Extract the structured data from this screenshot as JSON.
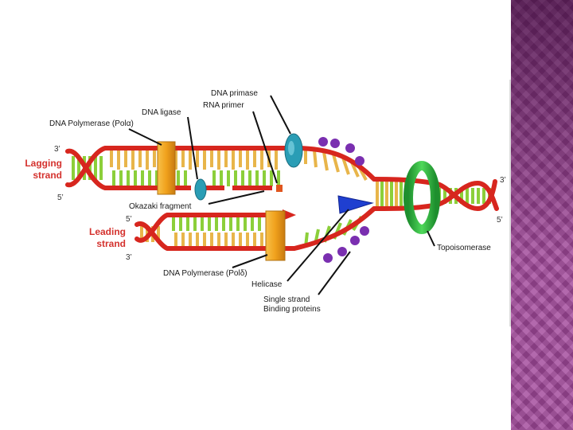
{
  "labels": {
    "dna_primase": "DNA primase",
    "rna_primer": "RNA primer",
    "dna_ligase": "DNA ligase",
    "pol_alpha": "DNA Polymerase (Polα)",
    "lagging_line1": "Lagging",
    "lagging_line2": "strand",
    "leading_line1": "Leading",
    "leading_line2": "strand",
    "okazaki": "Okazaki fragment",
    "pol_delta": "DNA Polymerase (Polδ)",
    "helicase": "Helicase",
    "ssb_line1": "Single strand",
    "ssb_line2": "Binding proteins",
    "topoisomerase": "Topoisomerase"
  },
  "ends": {
    "lagging_top": "3’",
    "lagging_bottom": "5’",
    "leading_top": "5’",
    "leading_bottom": "3’",
    "right_top": "3’",
    "right_bottom": "5’"
  },
  "colors": {
    "strand_red": "#d7261e",
    "base_yellow": "#e8b54a",
    "base_green": "#8ccf3a",
    "polymerase_orange": "#f0a11c",
    "primase_teal": "#2a9db5",
    "helicase_blue": "#1f3fd0",
    "ssb_purple": "#7a2fb0",
    "topoisomerase_green": "#2fb83e",
    "side_band": "#a34a9c"
  }
}
